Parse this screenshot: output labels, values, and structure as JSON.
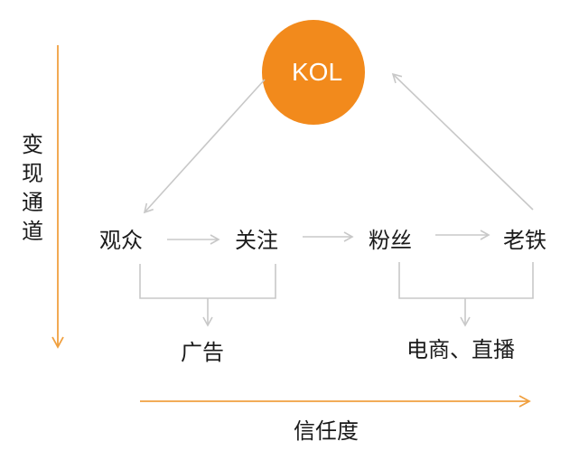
{
  "kol": {
    "label": "KOL",
    "color": "#f28a1c"
  },
  "nodes": [
    "观众",
    "关注",
    "粉丝",
    "老铁"
  ],
  "outcomes": {
    "left": "广告",
    "right": "电商、直播"
  },
  "axes": {
    "vertical": "变现通道",
    "horizontal": "信任度",
    "color": "#f0a040"
  },
  "arrow_color": "#c8c8c8"
}
